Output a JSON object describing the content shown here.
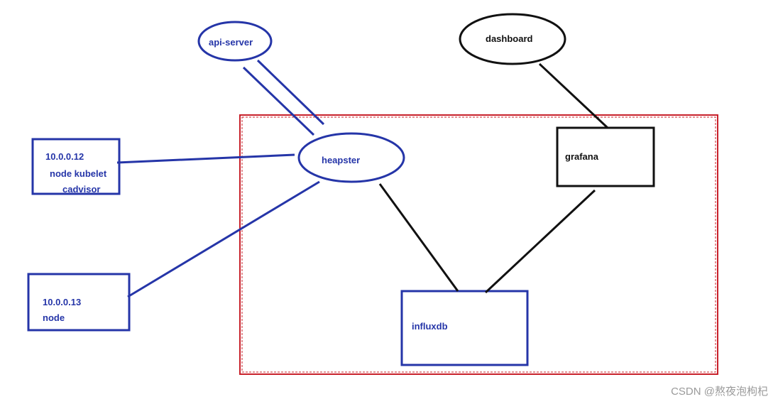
{
  "nodes": {
    "api_server": "api-server",
    "dashboard": "dashboard",
    "heapster": "heapster",
    "grafana": "grafana",
    "influxdb": "influxdb",
    "node1": {
      "ip": "10.0.0.12",
      "line2": "node kubelet",
      "line3": "cadvisor"
    },
    "node2": {
      "ip": "10.0.0.13",
      "line2": "node"
    }
  },
  "colors": {
    "blue": "#2535a8",
    "black": "#111111",
    "red_border": "#c8202a"
  },
  "watermark": "CSDN @熬夜泡枸杞"
}
